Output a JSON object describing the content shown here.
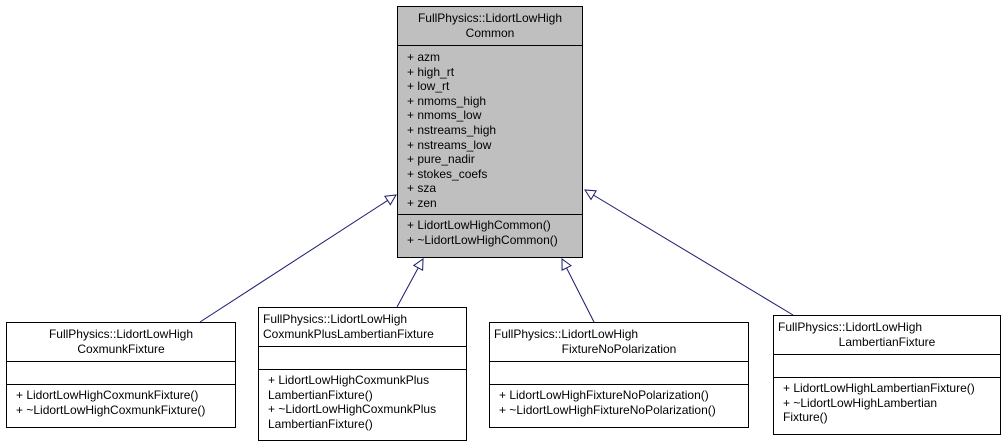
{
  "base": {
    "title": [
      "FullPhysics::LidortLowHigh",
      "Common"
    ],
    "attributes": [
      "+ azm",
      "+ high_rt",
      "+ low_rt",
      "+ nmoms_high",
      "+ nmoms_low",
      "+ nstreams_high",
      "+ nstreams_low",
      "+ pure_nadir",
      "+ stokes_coefs",
      "+ sza",
      "+ zen"
    ],
    "methods": [
      "+ LidortLowHighCommon()",
      "+ ~LidortLowHighCommon()"
    ]
  },
  "children": [
    {
      "title": [
        "FullPhysics::LidortLowHigh",
        "CoxmunkFixture"
      ],
      "methods": [
        "+ LidortLowHighCoxmunkFixture()",
        "+ ~LidortLowHighCoxmunkFixture()"
      ]
    },
    {
      "title": [
        "FullPhysics::LidortLowHigh",
        "CoxmunkPlusLambertianFixture"
      ],
      "methods": [
        "+ LidortLowHighCoxmunkPlus",
        "LambertianFixture()",
        "+ ~LidortLowHighCoxmunkPlus",
        "LambertianFixture()"
      ]
    },
    {
      "title": [
        "FullPhysics::LidortLowHigh",
        "FixtureNoPolarization"
      ],
      "methods": [
        "+ LidortLowHighFixtureNoPolarization()",
        "+ ~LidortLowHighFixtureNoPolarization()"
      ]
    },
    {
      "title": [
        "FullPhysics::LidortLowHigh",
        "LambertianFixture"
      ],
      "methods": [
        "+ LidortLowHighLambertianFixture()",
        "+ ~LidortLowHighLambertian",
        "Fixture()"
      ]
    }
  ],
  "colors": {
    "base_fill": "#bfbfbf",
    "edge": "#191970",
    "border": "#000000"
  }
}
